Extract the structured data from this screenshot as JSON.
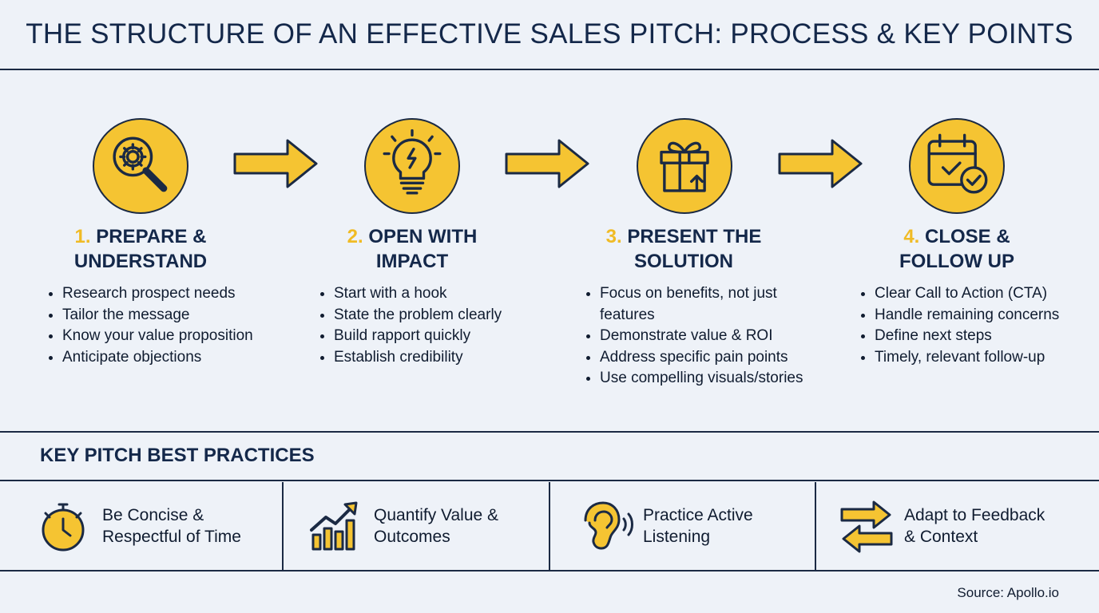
{
  "title": "THE STRUCTURE OF AN EFFECTIVE SALES PITCH: PROCESS & KEY POINTS",
  "steps": [
    {
      "icon": "magnifier-gear-icon",
      "number": "1.",
      "heading_line1": "PREPARE &",
      "heading_line2": "UNDERSTAND",
      "bullets": [
        "Research prospect needs",
        "Tailor the message",
        "Know your value proposition",
        "Anticipate objections"
      ]
    },
    {
      "icon": "lightbulb-icon",
      "number": "2.",
      "heading_line1": "OPEN WITH",
      "heading_line2": "IMPACT",
      "bullets": [
        "Start with a hook",
        "State the problem clearly",
        "Build rapport quickly",
        "Establish credibility"
      ]
    },
    {
      "icon": "gift-icon",
      "number": "3.",
      "heading_line1": "PRESENT THE",
      "heading_line2": "SOLUTION",
      "bullets": [
        "Focus on benefits, not just features",
        "Demonstrate value & ROI",
        "Address specific pain points",
        "Use compelling visuals/stories"
      ]
    },
    {
      "icon": "calendar-check-icon",
      "number": "4.",
      "heading_line1": "CLOSE &",
      "heading_line2": "FOLLOW UP",
      "bullets": [
        "Clear Call to Action (CTA)",
        "Handle remaining concerns",
        "Define next steps",
        "Timely, relevant follow-up"
      ]
    }
  ],
  "practices": {
    "title": "KEY PITCH BEST PRACTICES",
    "items": [
      {
        "icon": "stopwatch-icon",
        "line1": "Be Concise &",
        "line2": "Respectful of Time"
      },
      {
        "icon": "growth-chart-icon",
        "line1": "Quantify Value &",
        "line2": "Outcomes"
      },
      {
        "icon": "ear-icon",
        "line1": "Practice Active",
        "line2": "Listening"
      },
      {
        "icon": "swap-arrows-icon",
        "line1": "Adapt to Feedback",
        "line2": "& Context"
      }
    ]
  },
  "source": "Source: Apollo.io",
  "colors": {
    "accent": "#f5c432",
    "ink": "#1b2a44",
    "background": "#eef2f8"
  }
}
